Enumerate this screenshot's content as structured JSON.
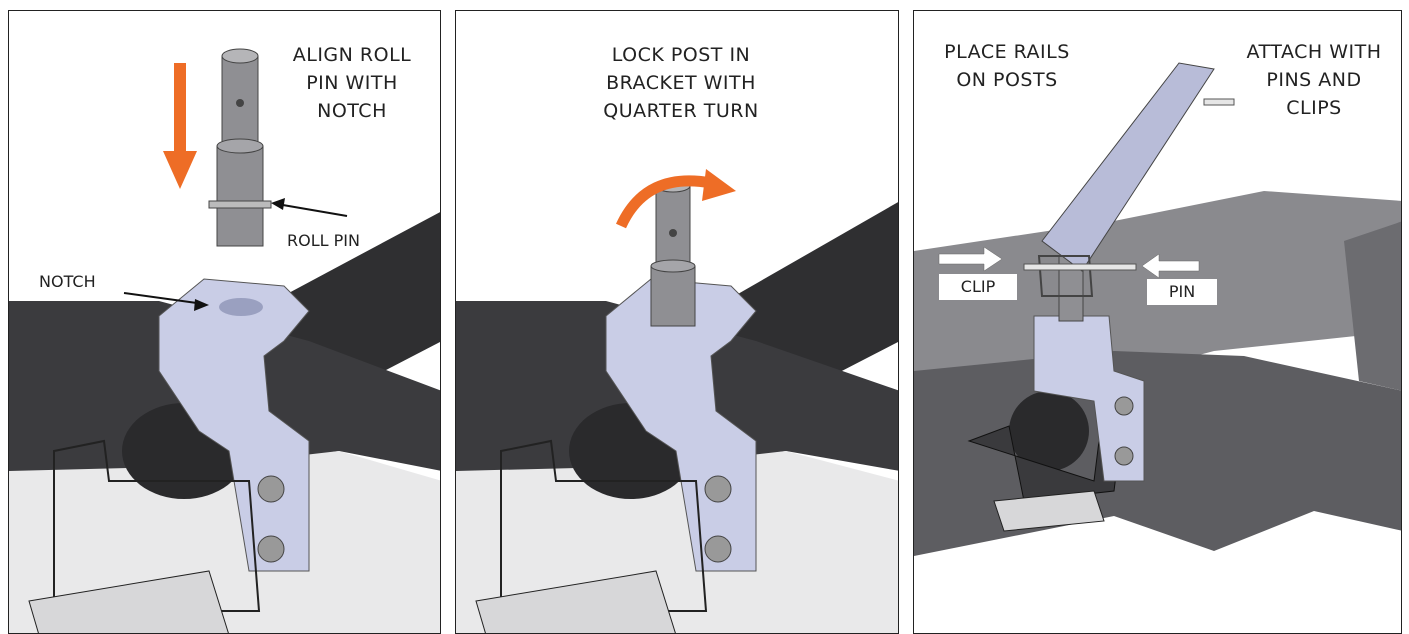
{
  "panel1": {
    "caption_line1": "ALIGN ROLL",
    "caption_line2": "PIN WITH",
    "caption_line3": "NOTCH",
    "label_roll_pin": "ROLL PIN",
    "label_notch": "NOTCH"
  },
  "panel2": {
    "caption_line1": "LOCK POST IN",
    "caption_line2": "BRACKET WITH",
    "caption_line3": "QUARTER TURN"
  },
  "panel3": {
    "caption_left_line1": "PLACE RAILS",
    "caption_left_line2": "ON POSTS",
    "caption_right_line1": "ATTACH WITH",
    "caption_right_line2": "PINS AND",
    "caption_right_line3": "CLIPS",
    "label_clip": "CLIP",
    "label_pin": "PIN"
  },
  "colors": {
    "accent_arrow": "#ee6d26",
    "frame": "#3a3a3c",
    "bracket": "#c9cde6",
    "post": "#8a8a8e"
  }
}
